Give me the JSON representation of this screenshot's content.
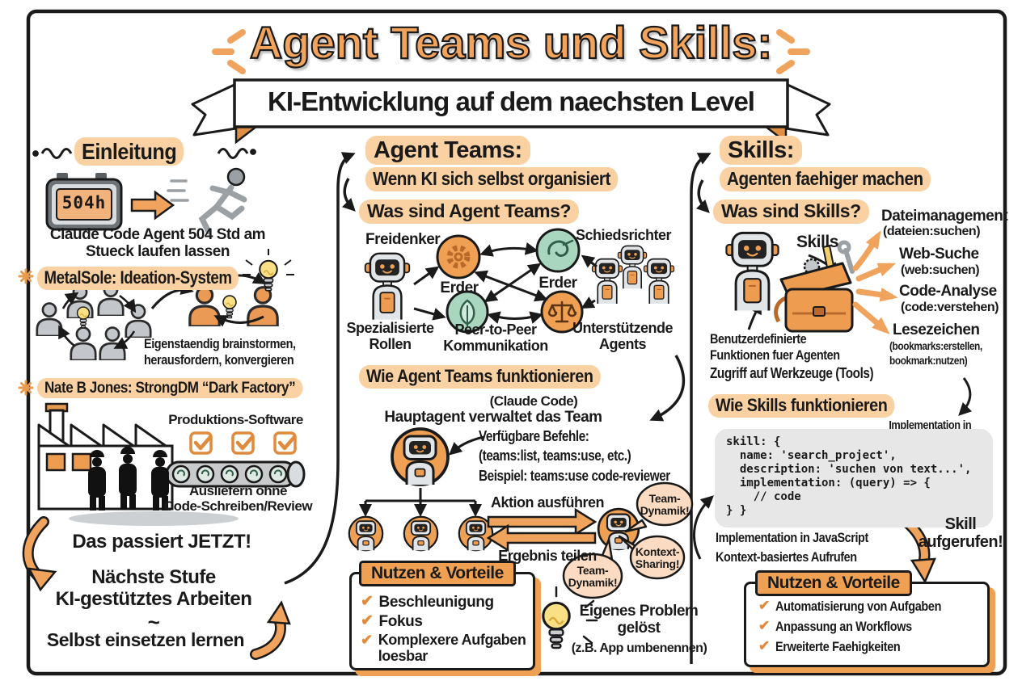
{
  "title": {
    "main": "Agent Teams und Skills:",
    "banner": "KI-Entwicklung auf dem naechsten Level"
  },
  "left": {
    "heading": "Einleitung",
    "timer_value": "504h",
    "claude_note": "Claude Code Agent 504 Std am\nStueck laufen lassen",
    "metalsole_heading": "MetalSole: Ideation-System",
    "metalsole_caption": "Eigenstaendig brainstormen,\nherausfordern, konvergieren",
    "nate_heading": "Nate B Jones: StrongDM “Dark Factory”",
    "produktions_label": "Produktions-Software",
    "ausliefern_note": "Ausliefern ohne\nCode-Schreiben/Review",
    "jetzt": "Das passiert JETZT!",
    "naechste": "Nächste Stufe\nKI-gestütztes Arbeiten",
    "tilde": "~",
    "selbst": "Selbst einsetzen lernen"
  },
  "teams": {
    "heading": "Agent Teams:",
    "subheading": "Wenn KI sich selbst organisiert",
    "question": "Was sind Agent Teams?",
    "diagram": {
      "freidenker": "Freidenker",
      "schiedsrichter": "Schiedsrichter",
      "erder_left": "Erder",
      "erder_right": "Erder",
      "spezialisierte_rollen": "Spezialisierte\nRollen",
      "peer_to_peer": "Peer-to-Peer\nKommunikation",
      "unterstuetzende_agents": "Unterstützende\nAgents"
    },
    "wie": {
      "heading": "Wie Agent Teams funktionieren",
      "subtitle": "(Claude Code)",
      "hauptagent": "Hauptagent verwaltet das Team",
      "befehle": "Verfügbare Befehle:\n(teams:list, teams:use, etc.)\nBeispiel: teams:use code-reviewer",
      "aktion": "Aktion ausführen",
      "ergebnis": "Ergebnis teilen"
    },
    "bubbles": {
      "team_dynamik_1": "Team-\nDynamik!",
      "kontext_sharing": "Kontext-\nSharing!",
      "team_dynamik_2": "Team-\nDynamik!"
    },
    "benefits": {
      "heading": "Nutzen & Vorteile",
      "items": [
        "Beschleunigung",
        "Fokus",
        "Komplexere Aufgaben\nloesbar"
      ]
    },
    "problem_note": "Eigenes Problem\ngelöst",
    "problem_example": "(z.B. App umbenennen)"
  },
  "skills": {
    "heading": "Skills:",
    "subheading": "Agenten faehiger machen",
    "question": "Was sind Skills?",
    "skills_label": "Skills",
    "fan": [
      {
        "title": "Dateimanagement",
        "sub": "(dateien:suchen)"
      },
      {
        "title": "Web-Suche",
        "sub": "(web:suchen)"
      },
      {
        "title": "Code-Analyse",
        "sub": "(code:verstehen)"
      },
      {
        "title": "Lesezeichen",
        "sub": "(bookmarks:erstellen,\nbookmark:nutzen)"
      }
    ],
    "benutzerdefiniert": "Benutzerdefinierte\nFunktionen fuer Agenten",
    "zugriff": "Zugriff auf Werkzeuge (Tools)",
    "wie": {
      "heading": "Wie Skills funktionieren",
      "impl_ts": "Implementation in\nJavaScript/TypeScript",
      "code": "skill: {\n  name: 'search_project',\n  description: 'suchen von text...',\n  implementation: (query) => {\n    // code\n} }",
      "impl_js": "Implementation in JavaScript",
      "kontext": "Kontext-basiertes Aufrufen",
      "aufgerufen": "Skill\naufgerufen!"
    },
    "benefits": {
      "heading": "Nutzen & Vorteile",
      "items": [
        "Automatisierung von Aufgaben",
        "Anpassung an Workflows",
        "Erweiterte Faehigkeiten"
      ]
    }
  },
  "icons": {
    "check": "✔",
    "timer": "digital-timer",
    "runner": "running-person",
    "lightbulb": "lightbulb",
    "person": "person",
    "factory": "factory",
    "conveyor": "conveyor-belt",
    "robot": "robot",
    "robot_group": "robot-group",
    "gear": "gear",
    "leaf": "leaf",
    "wind": "wind-swirl",
    "scales": "scales",
    "toolbox": "toolbox",
    "sparkle": "sparkle-star",
    "squiggle": "squiggle",
    "speech_bubble": "speech-bubble"
  },
  "colors": {
    "accent_orange": "#EFA052",
    "highlight": "#FAD1A2",
    "bulb_yellow": "#F9E084",
    "green": "#A9D6BF",
    "code_bg": "#E7E7E7",
    "ink": "#1a1a1a"
  }
}
